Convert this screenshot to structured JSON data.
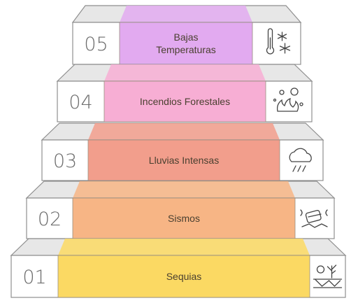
{
  "steps": [
    {
      "number": "01",
      "label_lines": [
        "Sequias"
      ],
      "color": "#fbd963",
      "icon": "drought-icon"
    },
    {
      "number": "02",
      "label_lines": [
        "Sismos"
      ],
      "color": "#f7b585",
      "icon": "earthquake-icon"
    },
    {
      "number": "03",
      "label_lines": [
        "Lluvias Intensas"
      ],
      "color": "#f29e8c",
      "icon": "rain-cloud-icon"
    },
    {
      "number": "04",
      "label_lines": [
        "Incendios Forestales"
      ],
      "color": "#f7aed4",
      "icon": "forest-fire-icon"
    },
    {
      "number": "05",
      "label_lines": [
        "Bajas",
        "Temperaturas"
      ],
      "color": "#e2aaf0",
      "icon": "thermometer-snowflake-icon"
    }
  ]
}
